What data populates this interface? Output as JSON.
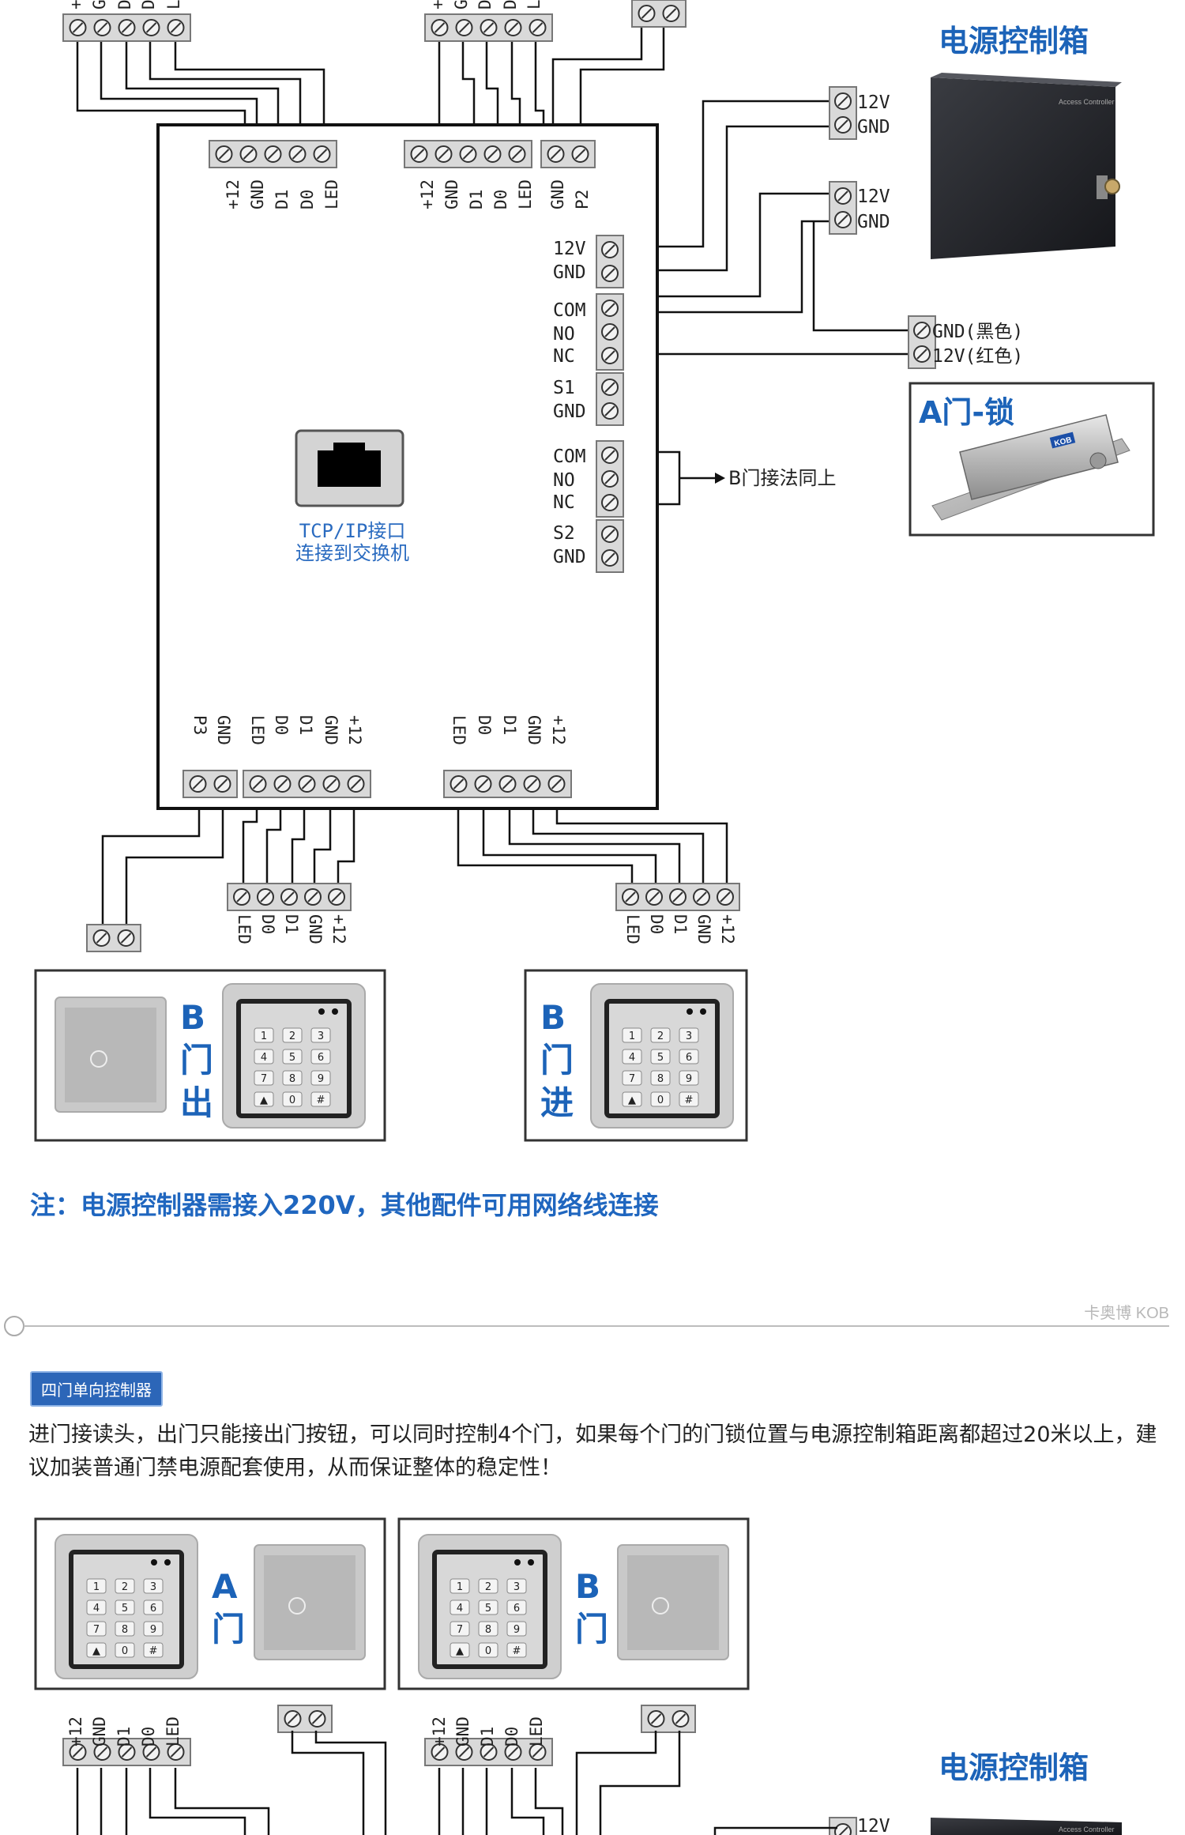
{
  "diagram1": {
    "power_box_title": "电源控制箱",
    "controller_tag": "Access Controller",
    "top_left_pins": [
      "+12",
      "GND",
      "D1",
      "D0",
      "LED"
    ],
    "top_mid_pins": [
      "+12",
      "GND",
      "D1",
      "D0",
      "LED"
    ],
    "top_p2_pins": [
      "GND",
      "P2"
    ],
    "reader_top_labels": [
      "+",
      "G",
      "D",
      "D",
      "L"
    ],
    "right_pins": {
      "power": [
        "12V",
        "GND"
      ],
      "relay1": [
        "COM",
        "NO",
        "NC"
      ],
      "s1": [
        "S1",
        "GND"
      ],
      "relay2": [
        "COM",
        "NO",
        "NC"
      ],
      "s2": [
        "S2",
        "GND"
      ]
    },
    "psu_out1": [
      "12V",
      "GND"
    ],
    "psu_out2": [
      "12V",
      "GND"
    ],
    "lock_wires": [
      "GND(黑色)",
      "12V(红色)"
    ],
    "lock_title": "A门-锁",
    "lock_brand": "KOB",
    "b_door_note": "B门接法同上",
    "tcp_line1": "TCP/IP接口",
    "tcp_line2": "连接到交换机",
    "bottom_left_p3": [
      "P3",
      "GND"
    ],
    "bottom_left_pins": [
      "LED",
      "D0",
      "D1",
      "GND",
      "+12"
    ],
    "bottom_right_pins": [
      "LED",
      "D0",
      "D1",
      "GND",
      "+12"
    ],
    "reader_out_pins": [
      "LED",
      "D0",
      "D1",
      "GND",
      "+12"
    ],
    "reader_in_pins": [
      "LED",
      "D0",
      "D1",
      "GND",
      "+12"
    ],
    "box_b_out": {
      "l1": "B",
      "l2": "门",
      "l3": "出"
    },
    "box_b_in": {
      "l1": "B",
      "l2": "门",
      "l3": "进"
    },
    "keypad_keys": [
      "1",
      "2",
      "3",
      "4",
      "5",
      "6",
      "7",
      "8",
      "9",
      "▲",
      "0",
      "#"
    ]
  },
  "note_text": "注：电源控制器需接入220V，其他配件可用网络线连接",
  "brand_text": "卡奥博 KOB",
  "section_tag": "四门单向控制器",
  "description": "进门接读头，出门只能接出门按钮，可以同时控制4个门，如果每个门的门锁位置与电源控制箱距离都超过20米以上，建议加装普通门禁电源配套使用，从而保证整体的稳定性！",
  "diagram2": {
    "box_a": {
      "l1": "A",
      "l2": "门"
    },
    "box_b": {
      "l1": "B",
      "l2": "门"
    },
    "pins_a": [
      "+12",
      "GND",
      "D1",
      "D0",
      "LED"
    ],
    "pins_b": [
      "+12",
      "GND",
      "D1",
      "D0",
      "LED"
    ],
    "power_box_title": "电源控制箱",
    "psu_out": [
      "12V"
    ]
  },
  "colors": {
    "accent_blue": "#1c63b8",
    "terminal": "#d9d9d9",
    "wire": "#111111"
  }
}
